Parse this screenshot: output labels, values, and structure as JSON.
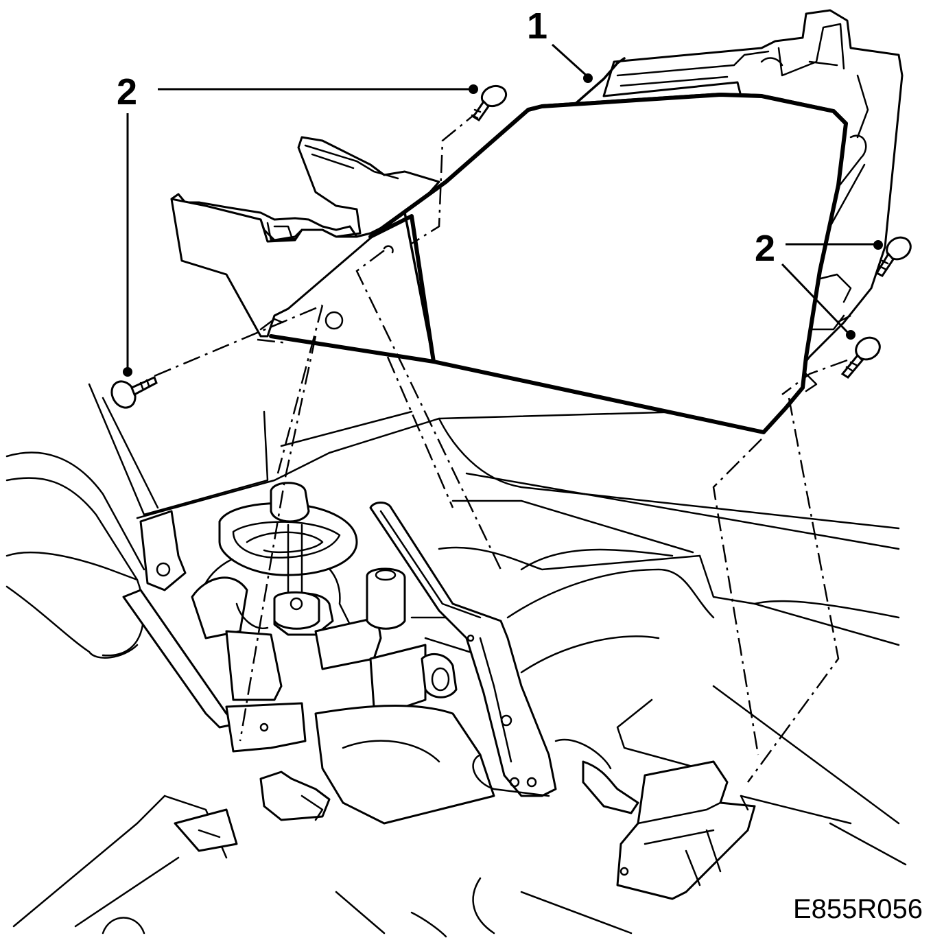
{
  "figure_id": "E855R056",
  "callouts": {
    "part_1": "1",
    "screw_top": "2",
    "screw_left": "2",
    "screw_right": "2"
  },
  "icons": {
    "shifter": "gear-shift-lever-icon",
    "handbrake": "handbrake-lever-icon",
    "screw": "screw-icon"
  }
}
